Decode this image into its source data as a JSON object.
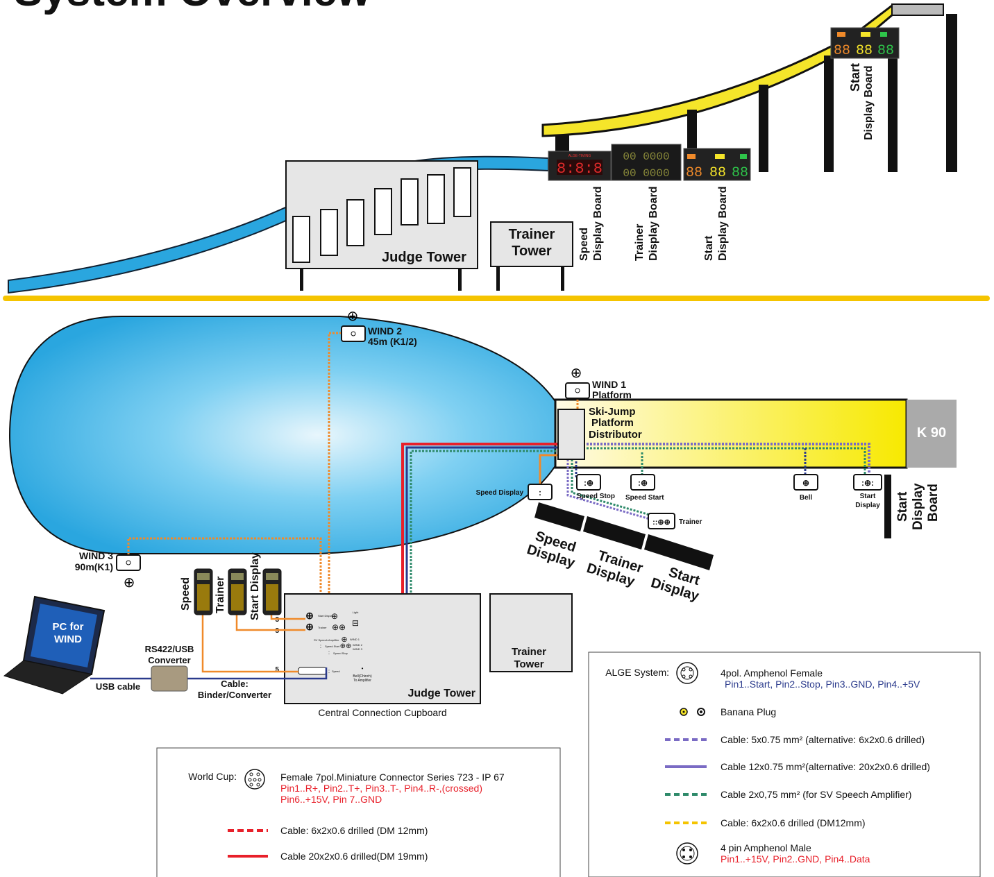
{
  "title": "System Overview",
  "elevation": {
    "judge_tower": "Judge Tower",
    "trainer_tower": [
      "Trainer",
      "Tower"
    ],
    "boards": [
      {
        "l1": "Speed",
        "l2": "Display Board"
      },
      {
        "l1": "Trainer",
        "l2": "Display Board"
      },
      {
        "l1": "Start",
        "l2": "Display Board"
      }
    ],
    "top_board": {
      "l1": "Start",
      "l2": "Display Board"
    },
    "alge_timing": "ALGE-TIMING"
  },
  "plan": {
    "wind2": [
      "WIND 2",
      "45m (K1/2)"
    ],
    "wind1": [
      "WIND 1",
      "Platform"
    ],
    "wind3": [
      "WIND 3",
      "90m(K1)"
    ],
    "distributor": [
      "Ski-Jump",
      "Platform",
      "Distributor"
    ],
    "k90": "K 90",
    "speed_display_box": "Speed Display",
    "speed_stop": "Speed Stop",
    "speed_start": "Speed Start",
    "bell": "Bell",
    "start_display_box": [
      "Start",
      "Display"
    ],
    "trainer_box": "Trainer",
    "start_display_board": [
      "Start",
      "Display",
      "Board"
    ],
    "ground_boards": [
      [
        "Speed",
        "Display"
      ],
      [
        "Trainer",
        "Display"
      ],
      [
        "Start",
        "Display"
      ]
    ]
  },
  "cupboard": {
    "judge_tower": "Judge Tower",
    "caption": "Central Connection Cupboard",
    "trainer_tower": [
      "Trainer",
      "Tower"
    ],
    "remotes": [
      "Speed",
      "Trainer",
      "Start Display"
    ],
    "nums": [
      "3",
      "3",
      "5"
    ],
    "small": [
      "Start Display",
      "Trainer",
      "SV Speech Amplifier",
      "Speed Start",
      "Speed Stop",
      "Speed",
      "WIND 1",
      "WIND 2",
      "WIND 3",
      "Bell(Chinch)",
      "To Amplifier",
      "Light"
    ]
  },
  "pc": {
    "label": [
      "PC for",
      "WIND"
    ],
    "usb": "USB cable",
    "converter": [
      "RS422/USB",
      "Converter"
    ],
    "cable": [
      "Cable:",
      "Binder/Converter"
    ]
  },
  "legend_world": {
    "title": "World Cup:",
    "connector": "Female 7pol.Miniature Connector Series 723 - IP 67",
    "pins": [
      "Pin1..R+, Pin2..T+, Pin3..T-, Pin4..R-,(crossed)",
      "Pin6..+15V, Pin 7..GND"
    ],
    "cable1": "Cable: 6x2x0.6 drilled (DM 12mm)",
    "cable2": "Cable 20x2x0.6 drilled(DM 19mm)"
  },
  "legend_alge": {
    "title": "ALGE System:",
    "female": "4pol. Amphenol Female",
    "female_pins": "Pin1..Start, Pin2..Stop, Pin3..GND, Pin4..+5V",
    "banana": "Banana Plug",
    "c1": "Cable: 5x0.75 mm² (alternative: 6x2x0.6 drilled)",
    "c2": "Cable 12x0.75 mm²(alternative: 20x2x0.6 drilled)",
    "c3": "Cable 2x0,75 mm² (for SV Speech Amplifier)",
    "c4": "Cable: 6x2x0.6 drilled (DM12mm)",
    "male": "4 pin Amphenol Male",
    "male_pins": "Pin1..+15V, Pin2..GND,  Pin4..Data"
  },
  "colors": {
    "snow": "#2fa8e0",
    "track_yellow": "#f5e52a",
    "divider": "#f5c400",
    "orange": "#f08a2a",
    "red_cable": "#e8202a",
    "blue_cable": "#2a3a8c",
    "green_cable": "#2e8a6a",
    "purple_cable": "#7a6bc4"
  }
}
